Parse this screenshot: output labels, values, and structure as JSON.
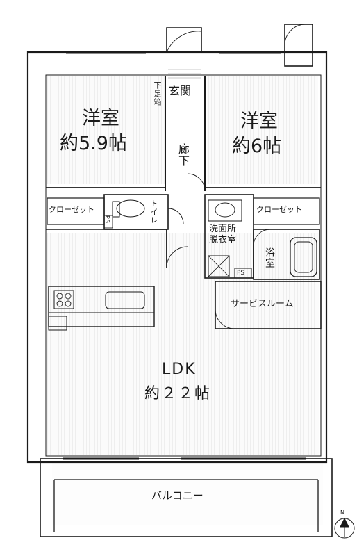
{
  "rooms": {
    "western_left_name": "洋室",
    "western_left_size": "約5.9帖",
    "western_right_name": "洋室",
    "western_right_size": "約6帖",
    "entrance": "玄関",
    "shoe_box": "下足箱",
    "hallway": "廊下",
    "closet_left": "クローゼット",
    "closet_right": "クローゼット",
    "toilet": "トイレ",
    "washroom": "洗面所\n脱衣室",
    "bath": "浴室",
    "ps_washroom": "PS",
    "ps_toilet": "PS",
    "service_room": "サービスルーム",
    "ldk_name": "LDK",
    "ldk_size": "約２２帖",
    "balcony": "バルコニー"
  },
  "compass": {
    "north": "N"
  },
  "colors": {
    "line": "#1a1a1a",
    "hatch": "#b8b8b8",
    "floor": "#f4f4f4"
  }
}
